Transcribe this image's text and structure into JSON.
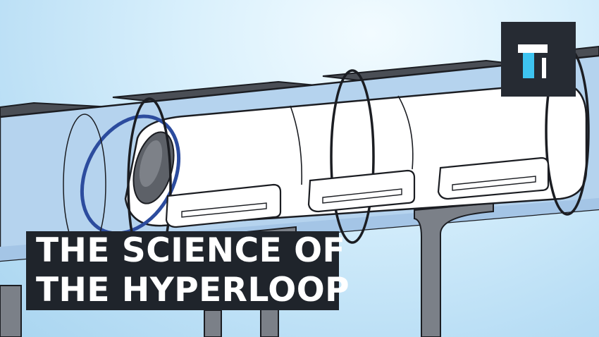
{
  "title": {
    "line1": "THE SCIENCE OF",
    "line2": "THE HYPERLOOP"
  },
  "logo": {
    "icon": "tech-insider-logo",
    "colors": {
      "background": "#262b33",
      "accent": "#3ec4f0",
      "mark": "#ffffff"
    }
  },
  "illustration": {
    "subject": "hyperloop-pod-in-tube",
    "colors": {
      "sky": "#cfe8f8",
      "tube": "#b5d3ee",
      "pod": "#ffffff",
      "outline": "#1b1d22",
      "nose-ring": "#2c4c9e",
      "solar-panel": "#4a4e55",
      "pylon": "#7b8088"
    }
  }
}
